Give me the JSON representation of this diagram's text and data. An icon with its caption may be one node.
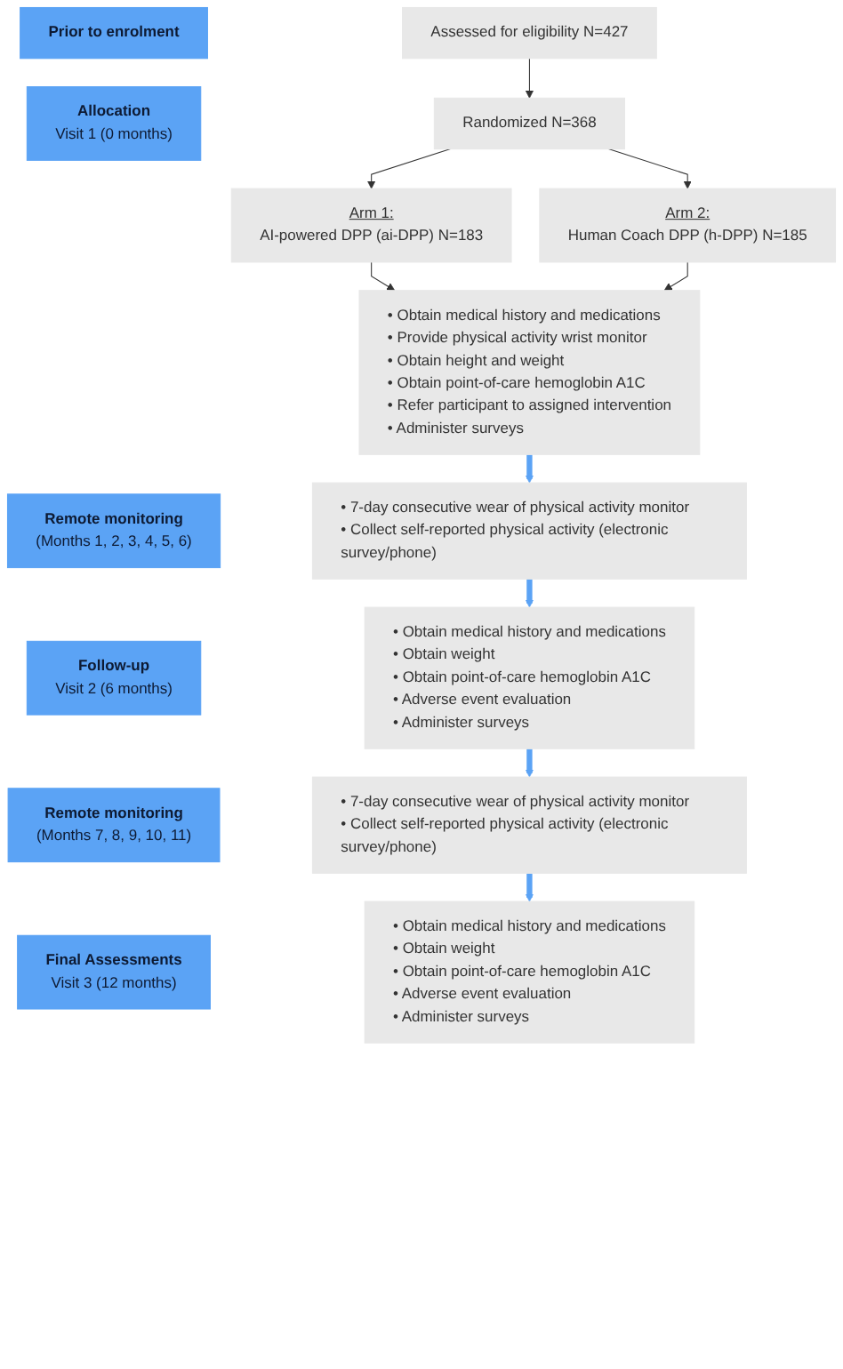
{
  "diagram": {
    "nodes": [
      {
        "text": [
          "Prior to enrolment"
        ]
      },
      {
        "text": [
          "Assessed for eligibility N=427"
        ]
      },
      {
        "text": [
          "Allocation",
          "Visit 1 (0 months)"
        ]
      },
      {
        "text": [
          "Randomized N=368"
        ]
      },
      {
        "text": [
          "Arm 1:",
          "AI-powered DPP (ai-DPP) N=183"
        ]
      },
      {
        "text": [
          "Arm 2:",
          "Human Coach DPP (h-DPP) N=185"
        ]
      },
      {
        "text": [
          "• Obtain medical history and medications",
          "• Provide physical activity wrist monitor",
          "• Obtain height and weight",
          "• Obtain point-of-care hemoglobin A1C",
          "• Refer participant to assigned intervention",
          "• Administer surveys"
        ]
      },
      {
        "text": [
          "Remote monitoring",
          "(Months 1, 2, 3, 4, 5, 6)"
        ]
      },
      {
        "text": [
          "• 7-day consecutive wear of physical activity monitor",
          "• Collect self-reported physical activity (electronic survey/phone)"
        ]
      },
      {
        "text": [
          "Follow-up",
          "Visit 2 (6 months)"
        ]
      },
      {
        "text": [
          "• Obtain medical history and medications",
          "• Obtain weight",
          "• Obtain point-of-care hemoglobin A1C",
          "• Adverse event evaluation",
          "• Administer surveys"
        ]
      },
      {
        "text": [
          "Remote monitoring",
          "(Months 7, 8, 9, 10, 11)"
        ]
      },
      {
        "text": [
          "• 7-day consecutive wear of physical activity monitor",
          "• Collect self-reported physical activity (electronic survey/phone)"
        ]
      },
      {
        "text": [
          "Final Assessments",
          "Visit 3 (12 months)"
        ]
      },
      {
        "text": [
          "• Obtain medical history and medications",
          "• Obtain weight",
          "• Obtain point-of-care hemoglobin A1C",
          "• Adverse event evaluation",
          "• Administer surveys"
        ]
      }
    ],
    "edges": [
      {
        "from": 1,
        "to": 3,
        "arrow": "to"
      },
      {
        "from": 3,
        "to": 4,
        "arrow": "to"
      },
      {
        "from": 3,
        "to": 5,
        "arrow": "to"
      },
      {
        "from": 4,
        "to": 6,
        "arrow": "to"
      },
      {
        "from": 5,
        "to": 6,
        "arrow": "to"
      },
      {
        "from": 6,
        "to": 8,
        "arrow": "to",
        "style": "thick",
        "color": "#5ba3f5"
      },
      {
        "from": 8,
        "to": 10,
        "arrow": "to",
        "style": "thick",
        "color": "#5ba3f5"
      },
      {
        "from": 10,
        "to": 12,
        "arrow": "to",
        "style": "thick",
        "color": "#5ba3f5"
      },
      {
        "from": 12,
        "to": 14,
        "arrow": "to",
        "style": "thick",
        "color": "#5ba3f5"
      }
    ]
  }
}
